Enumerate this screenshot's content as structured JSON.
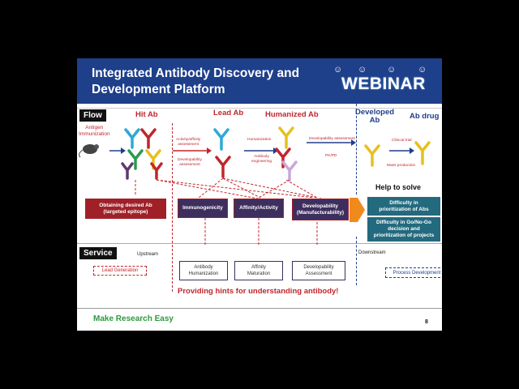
{
  "slide": {
    "title": "Integrated Antibody Discovery and\nDevelopment Platform",
    "brand": "WEBINAR",
    "footer": "Make Research Easy",
    "page_number": "8",
    "flow_label": "Flow",
    "service_label": "Service"
  },
  "stages": {
    "hit_ab": "Hit Ab",
    "lead_ab": "Lead Ab",
    "humanized_ab": "Humanized Ab",
    "developed_ab": "Developed\nAb",
    "ab_drug": "Ab drug"
  },
  "steps": {
    "antigen": "Antigen\nImmunization",
    "activity": "Activity/affinity\nassessment",
    "developability1": "Developability\nassessment",
    "humanization": "Humanization",
    "engineering": "Antibody\nengineering",
    "developability2": "Developability assessment",
    "pkpd": "PK/PD",
    "clinical": "Clinical trial",
    "mass": "Mass production"
  },
  "boxes": {
    "obtaining": "Obtaining desired Ab\n(targeted epitope)",
    "immunogenicity": "Immunogenicity",
    "affinity_activity": "Affinity/Activity",
    "developability": "Developability\n(Manufacturability)",
    "help_title": "Help to solve",
    "difficulty1": "Difficulty in\nprioritization of Abs",
    "difficulty2": "Difficulty in Go/No-Go\ndecision and\nprioritization of projects"
  },
  "service": {
    "upstream": "Upstream",
    "downstream": "Downstream",
    "lead_generation": "Lead Generation",
    "process_development": "Process Development",
    "humanization": "Antibody\nHumanization",
    "maturation": "Affinity\nMaturation",
    "assessment": "Developability\nAssessment",
    "hints": "Providing hints for understanding antibody!"
  },
  "colors": {
    "navy": "#1e3f8a",
    "red": "#c0262d",
    "teal": "#236a7e",
    "orange": "#f08a1c",
    "green_footer": "#2e9a3e"
  }
}
